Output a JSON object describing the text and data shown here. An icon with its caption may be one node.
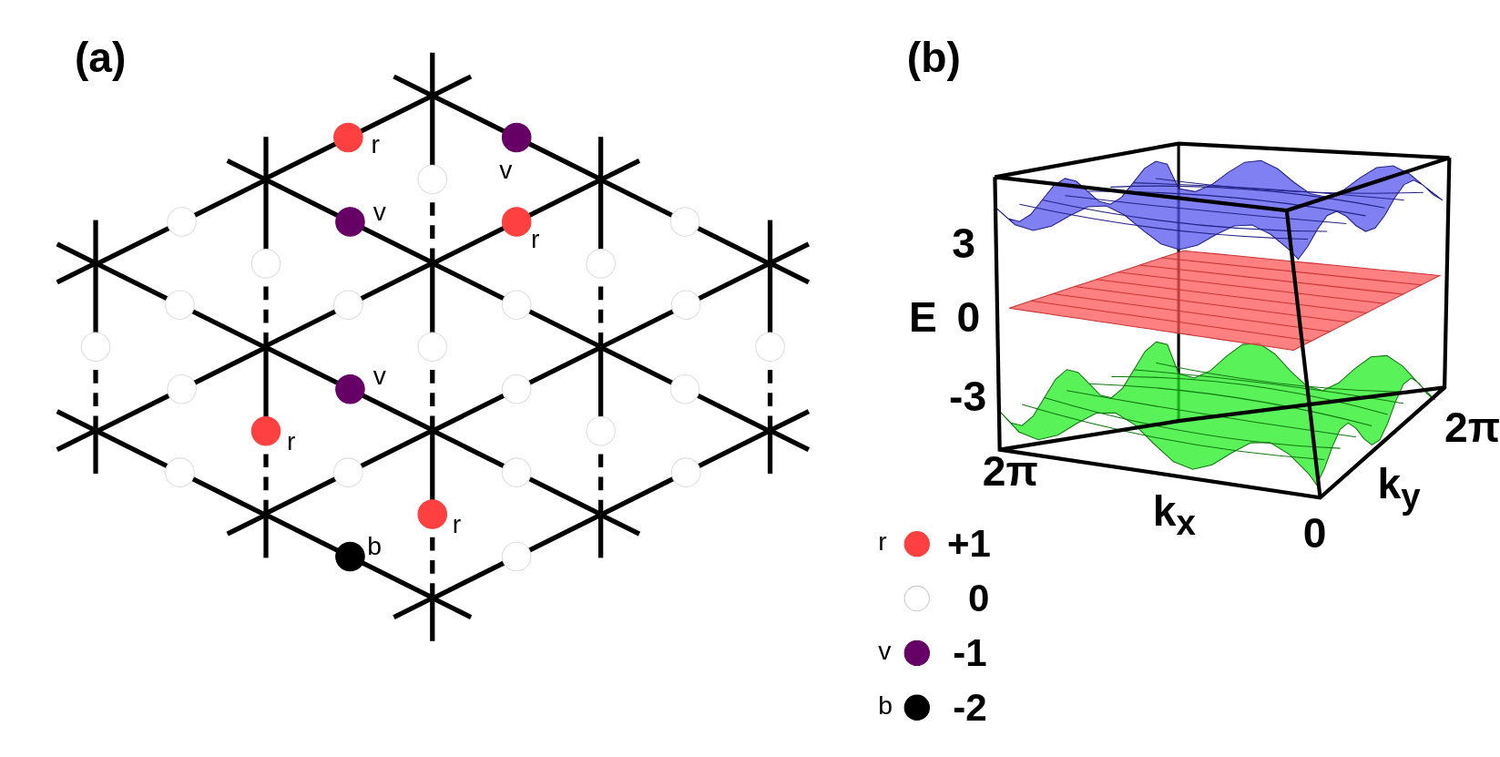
{
  "diagram": {
    "labels": [
      "(a)",
      "(b)",
      "r",
      "v",
      "v",
      "r",
      "v",
      "r",
      "r",
      "b",
      "3",
      "E",
      "0",
      "-3",
      "2π",
      "2π",
      "k$_{x}$",
      "k$_{y}$",
      "0",
      "r",
      "v",
      "b"
    ],
    "legend": [
      {
        "text": "+1",
        "color": "#ff4040"
      },
      {
        "text": "0",
        "color": "#ffffff"
      },
      {
        "text": "-1",
        "color": "#660066"
      },
      {
        "text": "-2",
        "color": "#000000"
      }
    ]
  }
}
